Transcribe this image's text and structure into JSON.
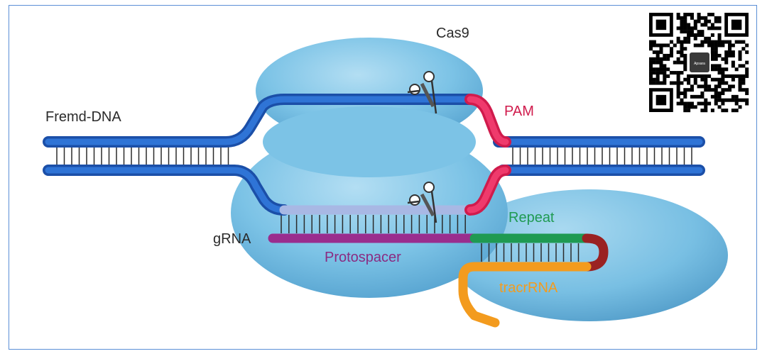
{
  "diagram": {
    "labels": {
      "cas9": "Cas9",
      "fremd_dna": "Fremd-DNA",
      "pam": "PAM",
      "grna": "gRNA",
      "protospacer": "Protospacer",
      "repeat": "Repeat",
      "tracrrna": "tracrRNA"
    },
    "qr_badge": "Apsara",
    "colors": {
      "protein": "#7cc3e6",
      "dna": "#1f5fc8",
      "pam": "#e8245a",
      "protospacer": "#9a2d8e",
      "repeat": "#1f9a52",
      "tracrrna": "#f39b1e",
      "loop": "#9a2222",
      "target_strand": "#a8b8e4",
      "frame": "#5b8fd6"
    }
  }
}
